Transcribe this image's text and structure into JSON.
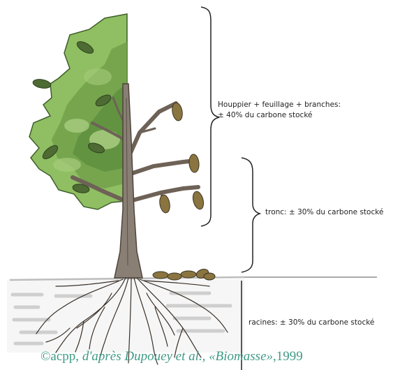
{
  "labels": {
    "crown_line1": "Houppier + feuillage + branches:",
    "crown_line2": "± 40% du carbone stocké",
    "trunk": "tronc: ± 30% du carbone stocké",
    "roots": "racines: ± 30% du carbone stocké"
  },
  "credit": {
    "prefix": "©acpp, ",
    "italic": "d'après Dupouey et al., «Biomasse»",
    "suffix": ",1999"
  },
  "colors": {
    "foliage_light": "#8fbf62",
    "foliage_dark": "#5e8f3e",
    "leaf": "#4d6b32",
    "seed_pod": "#8a7440",
    "bark": "#6e6257",
    "ground_line": "#c9c9c9",
    "soil_dash": "#cfcfcf",
    "credit": "#3f9a86"
  }
}
